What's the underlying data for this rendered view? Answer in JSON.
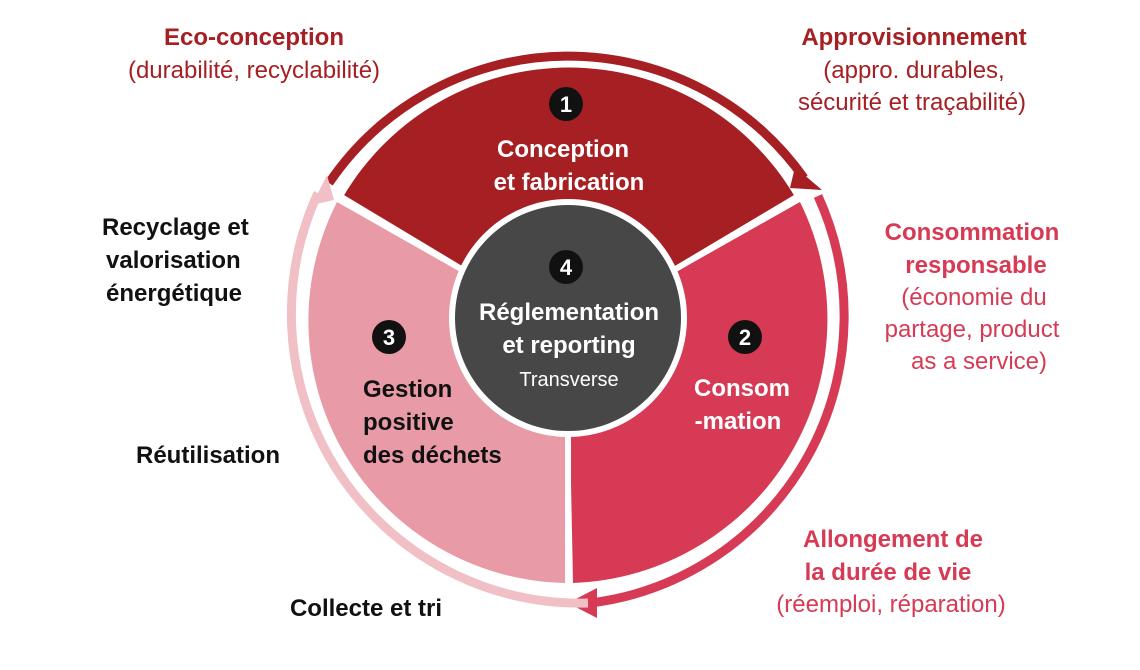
{
  "colors": {
    "dark_red": "#A51F23",
    "red": "#D73A54",
    "pink": "#E89BA6",
    "light_pink": "#F1BFC6",
    "center_gray": "#474747",
    "badge": "#111111",
    "black_text": "#111111"
  },
  "segments": {
    "one": {
      "number": "1",
      "line1": "Conception",
      "line2": "et fabrication"
    },
    "two": {
      "number": "2",
      "line1": "Consom",
      "line2": "-mation"
    },
    "three": {
      "number": "3",
      "line1": "Gestion",
      "line2": "positive",
      "line3": "des déchets"
    },
    "center": {
      "number": "4",
      "line1": "Réglementation",
      "line2": "et reporting",
      "line3": "Transverse"
    }
  },
  "outer_labels": {
    "eco": {
      "title": "Eco-conception",
      "detail": "(durabilité, recyclabilité)"
    },
    "appro": {
      "title": "Approvisionnement",
      "detail1": "(appro. durables,",
      "detail2": "sécurité et traçabilité)"
    },
    "conso": {
      "title1": "Consommation",
      "title2": "responsable",
      "detail1": "(économie du",
      "detail2": "partage, product",
      "detail3": "as a service)"
    },
    "allongement": {
      "title1": "Allongement de",
      "title2": "la durée de vie",
      "detail": "(réemploi, réparation)"
    },
    "collecte": {
      "title": "Collecte et tri"
    },
    "reutilisation": {
      "title": "Réutilisation"
    },
    "recyclage": {
      "title1": "Recyclage et",
      "title2": "valorisation",
      "title3": "énergétique"
    }
  }
}
